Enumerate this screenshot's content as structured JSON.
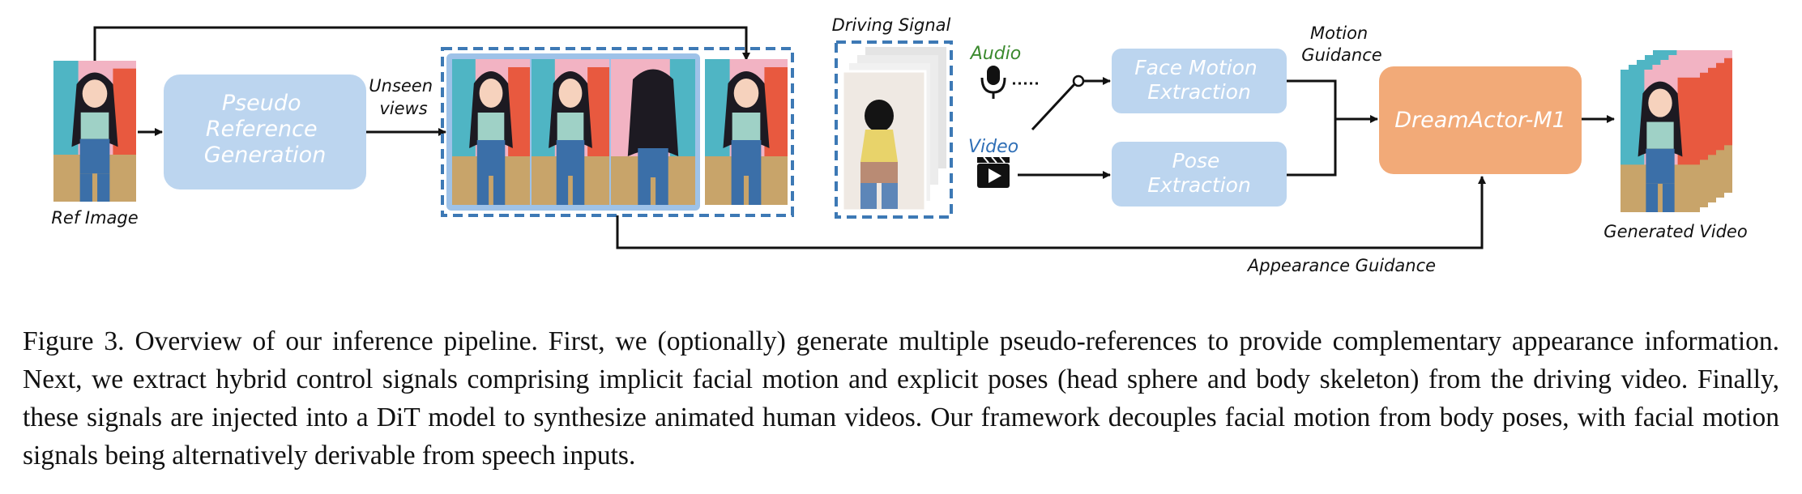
{
  "figure": {
    "ref_image_label": "Ref Image",
    "pseudo_box_lines": [
      "Pseudo",
      "Reference",
      "Generation"
    ],
    "unseen_views_lines": [
      "Unseen",
      "views"
    ],
    "driving_signal_label": "Driving Signal",
    "audio_label": "Audio",
    "video_label": "Video",
    "face_motion_lines": [
      "Face Motion",
      "Extraction"
    ],
    "pose_lines": [
      "Pose",
      "Extraction"
    ],
    "motion_guidance_lines": [
      "Motion",
      "Guidance"
    ],
    "model_label": "DreamActor-M1",
    "appearance_guidance_label": "Appearance Guidance",
    "generated_video_label": "Generated Video",
    "colors": {
      "light_box": "#bcd5ef",
      "model_box": "#f2aa78",
      "dashed_frame": "#3d79b5",
      "audio_text": "#3b8a2e",
      "video_text": "#2f6fb6"
    }
  },
  "caption": "Figure 3.  Overview of our inference pipeline.  First, we (optionally) generate multiple pseudo-references to provide complementary appearance information.  Next, we extract hybrid control signals comprising implicit facial motion and explicit poses (head sphere and body skeleton) from the driving video.  Finally, these signals are injected into a DiT model to synthesize animated human videos.  Our framework decouples facial motion from body poses, with facial motion signals being alternatively derivable from speech inputs."
}
